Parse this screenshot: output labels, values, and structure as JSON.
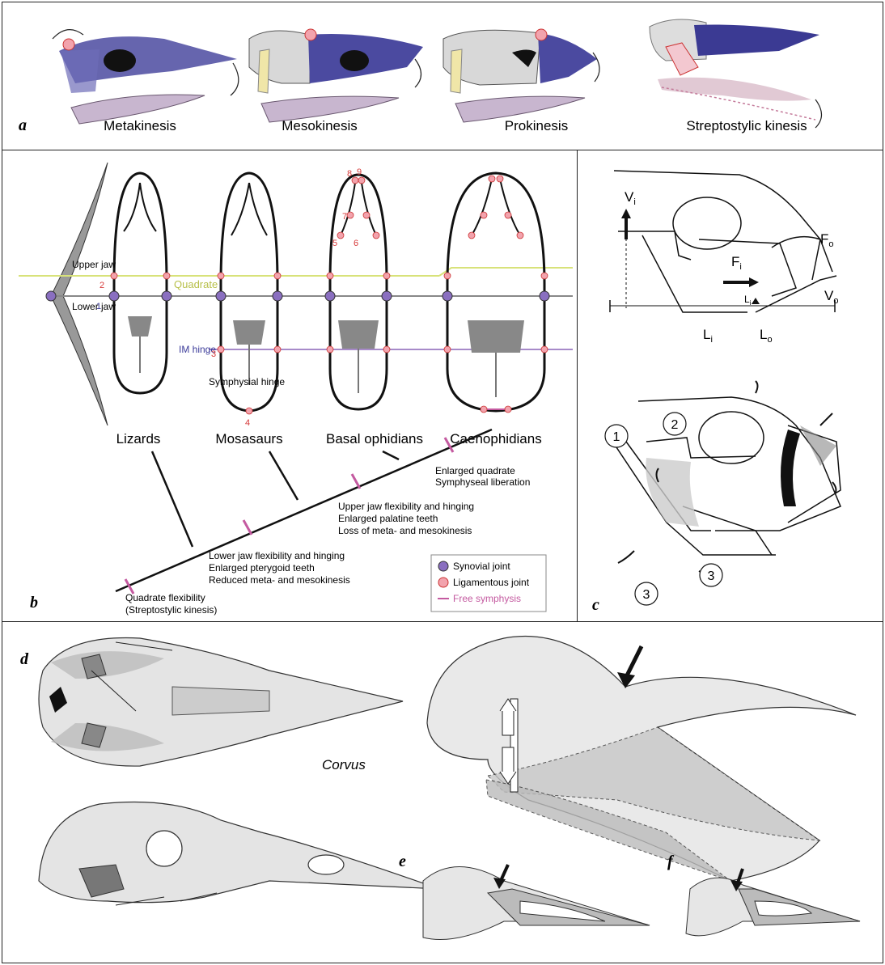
{
  "panel_a": {
    "letter": "a",
    "captions": [
      "Metakinesis",
      "Mesokinesis",
      "Prokinesis",
      "Streptostylic kinesis"
    ]
  },
  "panel_b": {
    "letter": "b",
    "side_labels": {
      "upper_jaw": "Upper jaw",
      "lower_jaw": "Lower jaw",
      "quadrate": "Quadrate",
      "im_hinge": "IM hinge",
      "symphysial_hinge": "Symphysial hinge"
    },
    "taxa": [
      "Lizards",
      "Mosasaurs",
      "Basal ophidians",
      "Caenophidians"
    ],
    "joint_numbers": [
      "1",
      "2",
      "3",
      "4",
      "5",
      "6",
      "7",
      "8",
      "9"
    ],
    "branch_notes": [
      [
        "Enlarged quadrate",
        "Symphyseal liberation"
      ],
      [
        "Upper jaw flexibility and hinging",
        "Enlarged palatine teeth",
        "Loss of meta- and mesokinesis"
      ],
      [
        "Lower jaw flexibility and hinging",
        "Enlarged pterygoid teeth",
        "Reduced meta- and mesokinesis"
      ],
      [
        "Quadrate flexibility",
        "(Streptostylic kinesis)"
      ]
    ],
    "legend": [
      {
        "label": "Synovial joint",
        "color": "#8a6fc0"
      },
      {
        "label": "Ligamentous joint",
        "color": "#f2a3ad"
      },
      {
        "label": "Free symphysis",
        "color": "#c45aa0"
      }
    ],
    "colors": {
      "quadrate_line": "#d8e27a",
      "im_line": "#a78ac9",
      "red_number": "#d63a3a",
      "blue_number": "#3c3c9a"
    }
  },
  "panel_c": {
    "letter": "c",
    "vectors": {
      "vi": "V",
      "vi_sub": "i",
      "fo": "F",
      "fo_sub": "o",
      "fi": "F",
      "fi_sub": "i",
      "vo": "V",
      "vo_sub": "o",
      "li_small": "L",
      "li_small_sub": "i",
      "li": "L",
      "li_sub": "i",
      "lo": "L",
      "lo_sub": "o"
    },
    "circled": [
      "1",
      "2",
      "3",
      "3"
    ]
  },
  "panel_def": {
    "letters": [
      "d",
      "e",
      "f"
    ],
    "genus": "Corvus"
  }
}
